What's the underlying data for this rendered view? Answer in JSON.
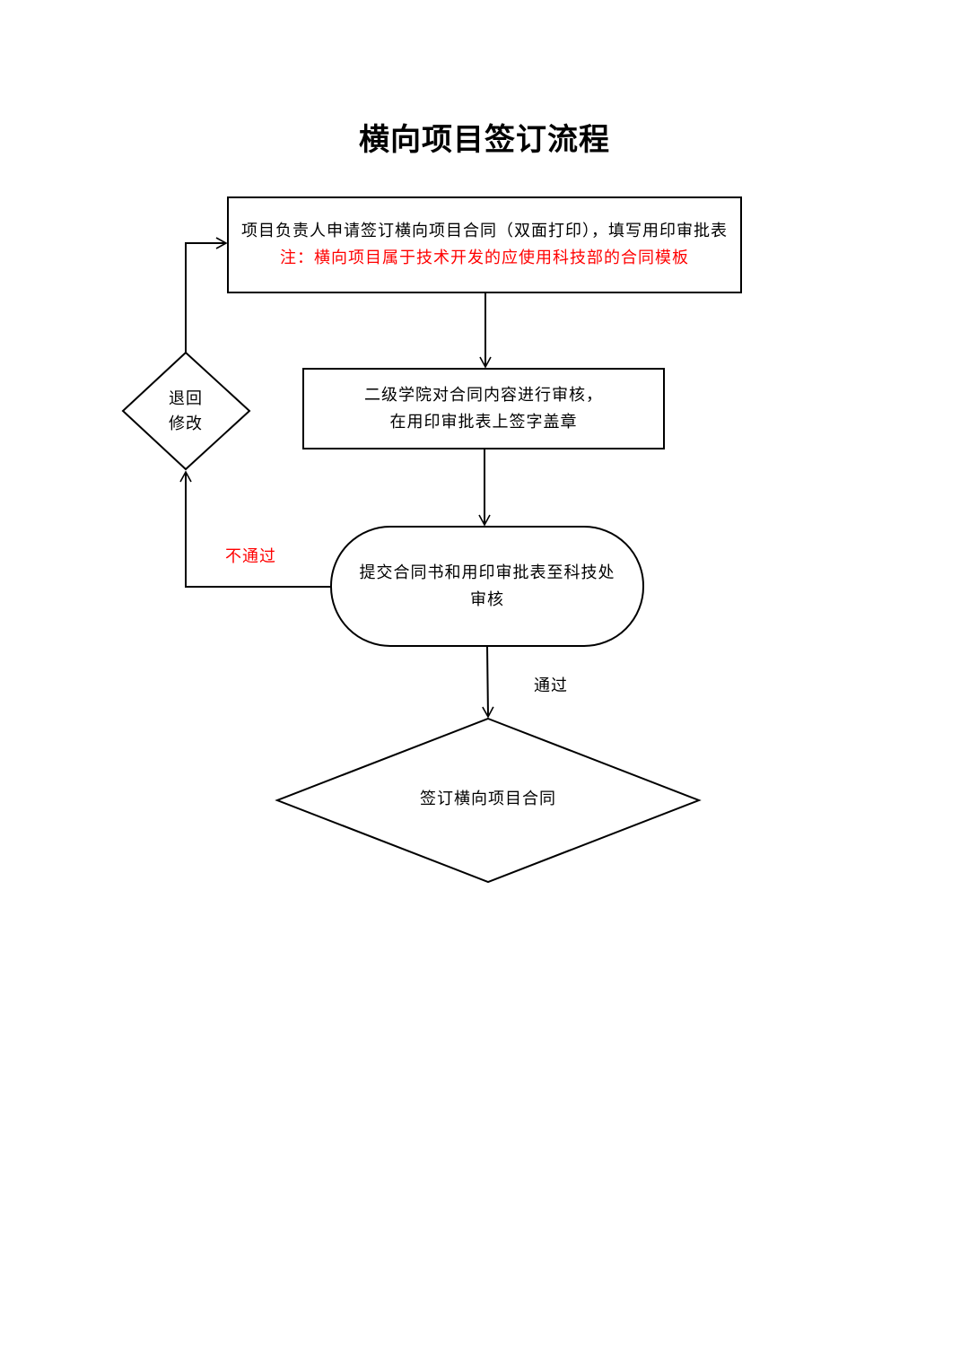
{
  "title": "横向项目签订流程",
  "steps": {
    "apply": {
      "line1": "项目负责人申请签订横向项目合同（双面打印），填写用印审批表",
      "note": "注：横向项目属于技术开发的应使用科技部的合同模板"
    },
    "college_review": {
      "line1": "二级学院对合同内容进行审核，",
      "line2": "在用印审批表上签字盖章"
    },
    "submit": {
      "line1": "提交合同书和用印审批表至科技处",
      "line2": "审核"
    },
    "return_edit": {
      "line1": "退回",
      "line2": "修改"
    },
    "sign": {
      "label": "签订横向项目合同"
    }
  },
  "edges": {
    "fail": "不通过",
    "pass": "通过"
  },
  "colors": {
    "note": "#ff0000",
    "fail_label": "#ff0000",
    "stroke": "#000000"
  }
}
